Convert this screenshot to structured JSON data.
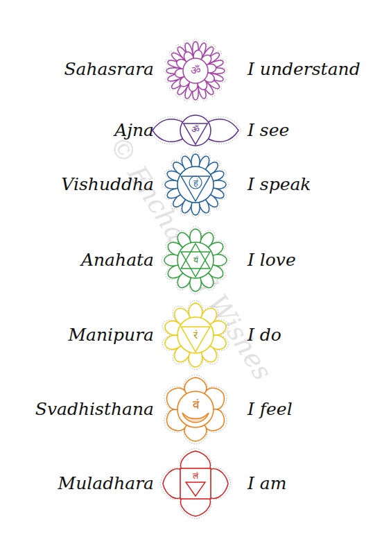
{
  "diagram": {
    "nodes": [
      {
        "text": [
          "ॐ"
        ]
      },
      {
        "text": [
          "ॐ"
        ]
      },
      {
        "text": [
          "हं"
        ]
      },
      {
        "text": [
          "यं"
        ]
      },
      {
        "text": [
          "रं"
        ]
      },
      {
        "text": [
          "वं"
        ]
      },
      {
        "text": [
          "लं"
        ]
      }
    ],
    "labels": [
      "Sahasrara",
      "I understand",
      "Ajna",
      "I see",
      "Vishuddha",
      "I speak",
      "Anahata",
      "I love",
      "Manipura",
      "I do",
      "Svadhisthana",
      "I feel",
      "Muladhara",
      "I am",
      "© Enchanted Wishes"
    ]
  }
}
